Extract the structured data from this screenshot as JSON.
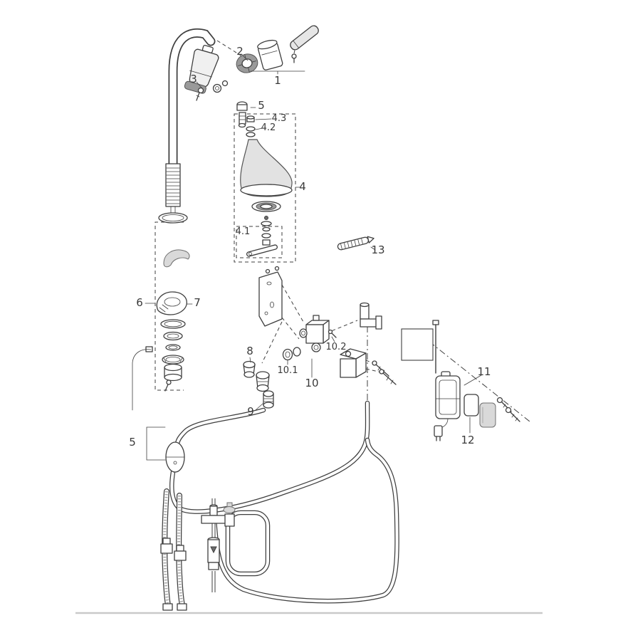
{
  "labels": {
    "l1": "1",
    "l2": "2",
    "l3": "3",
    "l4": "4",
    "l4_1": "4.1",
    "l4_2": "4.2",
    "l4_3": "4.3",
    "l5_top": "5",
    "l5_bottom": "5",
    "l6": "6",
    "l7": "7",
    "l8": "8",
    "l9": "9",
    "l10": "10",
    "l10_1": "10.1",
    "l10_2": "10.2",
    "l11": "11",
    "l12": "12",
    "l13": "13"
  },
  "colors": {
    "line": "#3f3f3f",
    "shade_light": "#d9d9d9",
    "shade_mid": "#9a9a9a",
    "background": "#ffffff",
    "divider": "#c9c9c9"
  }
}
